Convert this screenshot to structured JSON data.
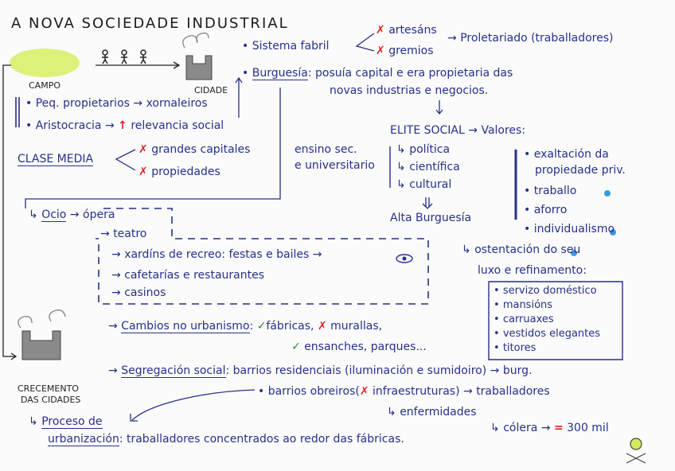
{
  "title": "A NOVA SOCIEDADE INDUSTRIAL",
  "campo": "CAMPO",
  "cidade": "CIDADE",
  "crecemento": [
    "CRECEMENTO",
    "DAS CIDADES"
  ],
  "rural": {
    "peq": "Peq. propietarios",
    "xornaleiros": "xornaleiros",
    "aristocracia": "Aristocracia",
    "relevancia": "relevancia social"
  },
  "clase_media": {
    "label": "CLASE MEDIA",
    "items": [
      "grandes capitales",
      "propiedades"
    ]
  },
  "sistema": {
    "label": "Sistema fabril",
    "items": [
      "artesáns",
      "gremios"
    ],
    "result": "Proletariado (traballadores)"
  },
  "burguesia": {
    "label": "Burguesía",
    "text1": "posuía capital e era propietaria das",
    "text2": "novas industrias e negocios."
  },
  "elite": {
    "label": "ELITE SOCIAL",
    "arrow": "Valores:",
    "ensino": [
      "ensino sec.",
      "e universitario"
    ],
    "items": [
      "política",
      "científica",
      "cultural"
    ],
    "alta": "Alta Burguesía"
  },
  "valores": [
    "exaltación da",
    "propiedade priv.",
    "traballo",
    "aforro",
    "individualismo"
  ],
  "ostentacion": {
    "text1": "ostentación do seu",
    "text2": "luxo e refinamento:",
    "items": [
      "servizo doméstico",
      "mansións",
      "carruaxes",
      "vestidos elegantes",
      "titores"
    ]
  },
  "ocio": {
    "label": "Ocio",
    "items": [
      "ópera",
      "teatro",
      "xardíns de recreo: festas e bailes",
      "cafetarías e restaurantes",
      "casinos"
    ]
  },
  "cambios": {
    "label": "Cambios no urbanismo",
    "line1": "fábricas,",
    "line1b": "murallas,",
    "line2": "ensanches, parques..."
  },
  "segregacion": {
    "label": "Segregación social",
    "line1": "barrios residenciais (iluminación e sumidoiro)",
    "burg": "burg.",
    "line2a": "barrios obreiros",
    "line2b": "infraestruturas)",
    "line2c": "traballadores",
    "line3": "enfermidades",
    "colera": "cólera",
    "mil": "300 mil"
  },
  "proceso": {
    "label1": "Proceso de",
    "label2": "urbanización",
    "text": "traballadores concentrados ao redor das fábricas."
  },
  "colors": {
    "ink": "#26308a",
    "red": "#dd2222",
    "green": "#2a8a3a",
    "highlight": "#d8ef6a",
    "dot": "#3b9be0"
  }
}
